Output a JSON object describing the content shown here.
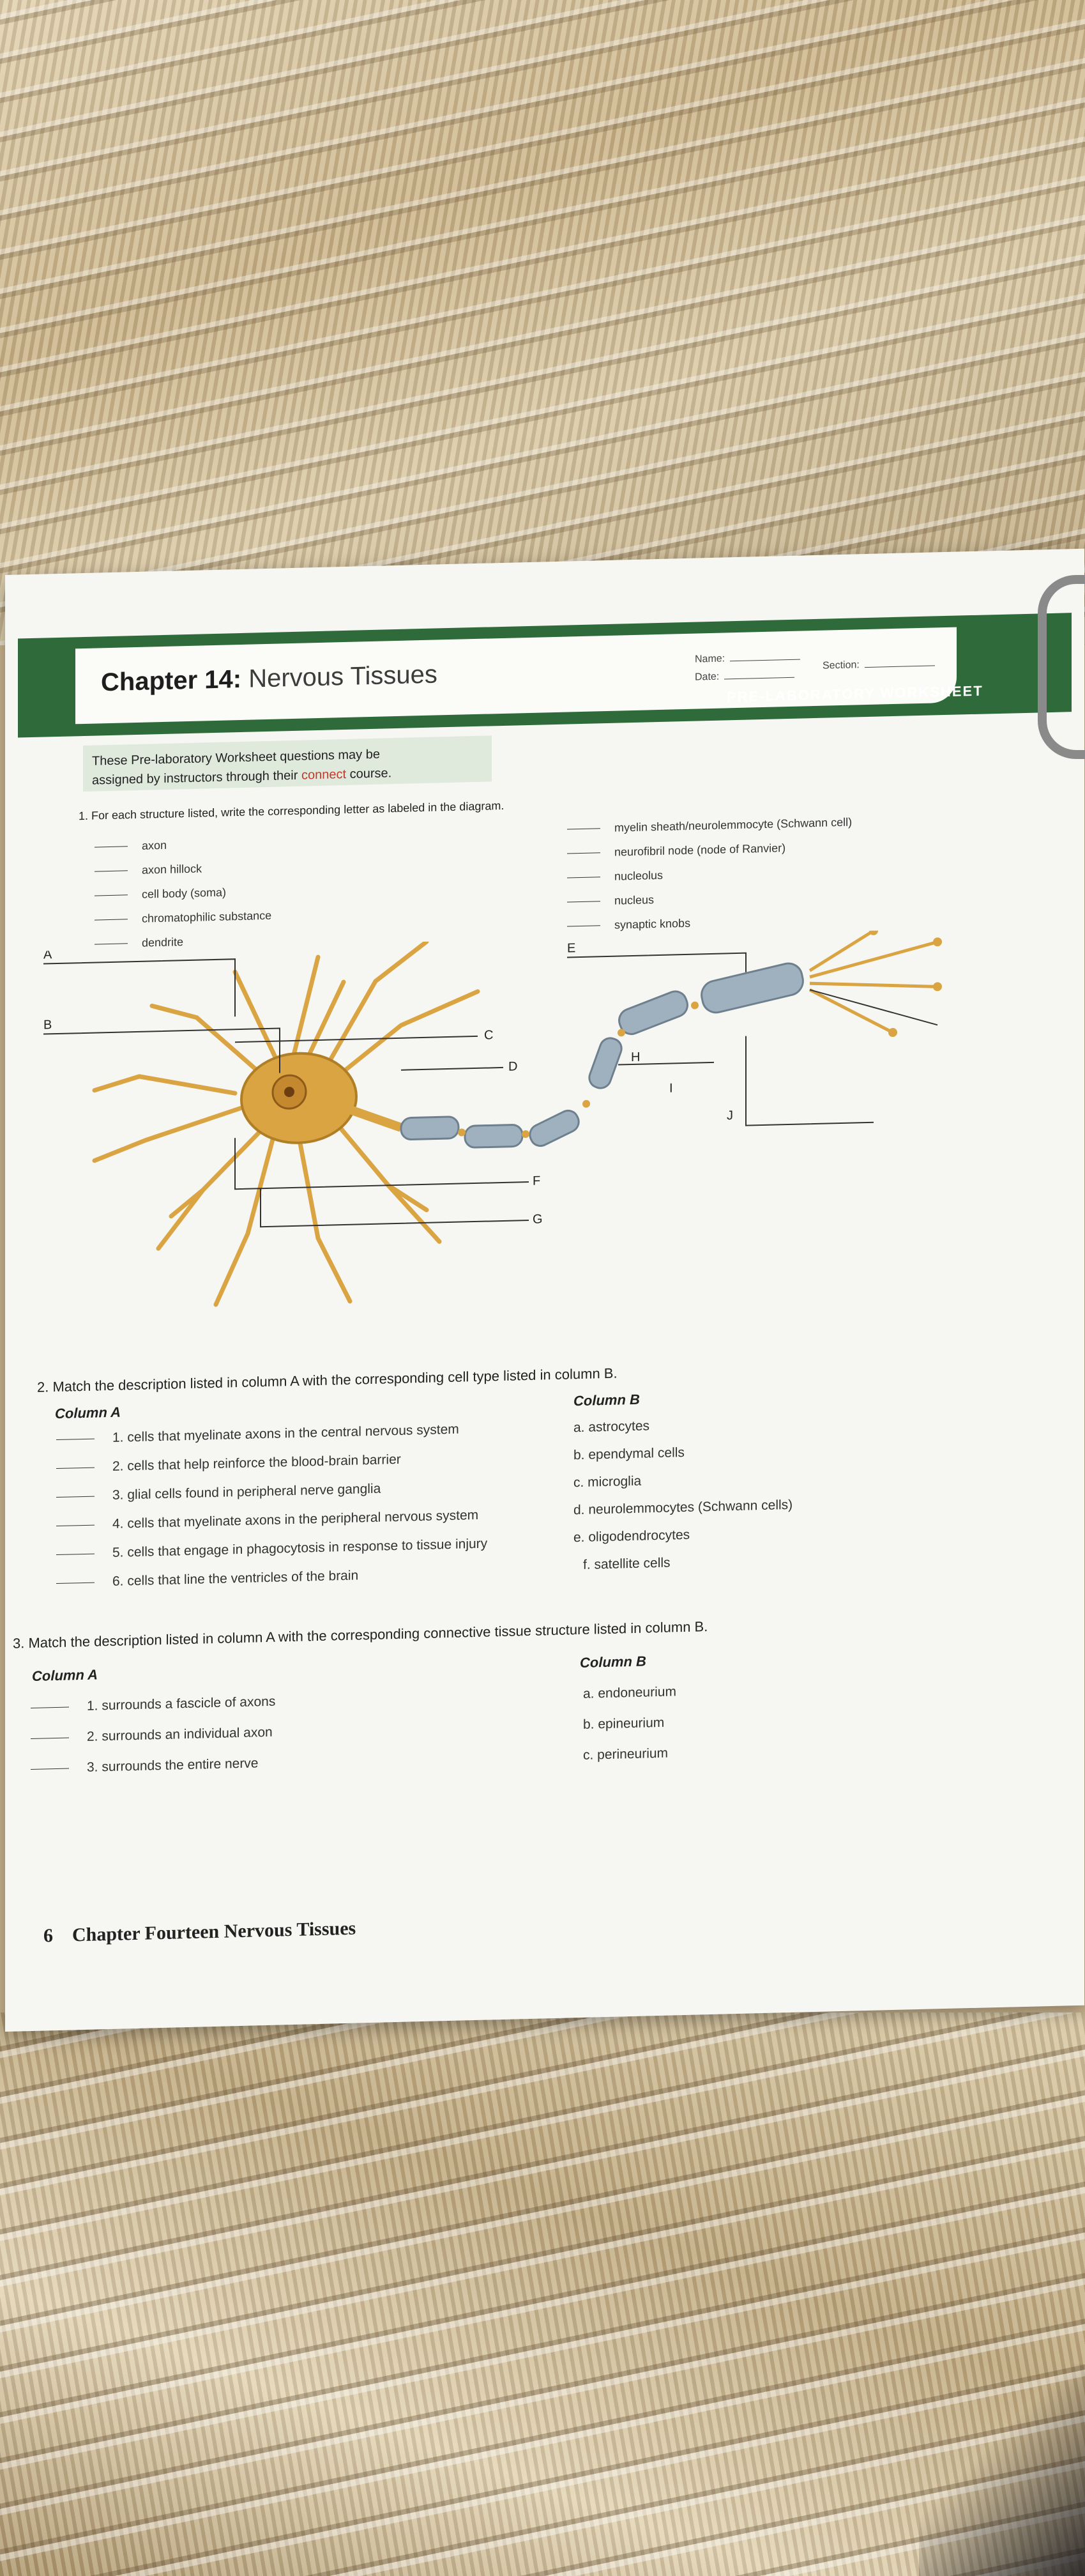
{
  "header": {
    "chapter_label": "Chapter 14:",
    "chapter_title": "Nervous Tissues",
    "name_label": "Name:",
    "date_label": "Date:",
    "section_label": "Section:",
    "worksheet_label": "PRE-LABORATORY WORKSHEET"
  },
  "assignment": {
    "line1": "These Pre-laboratory Worksheet questions may be",
    "line2_pre": "assigned by instructors through their",
    "connect": "connect",
    "line2_post": "course."
  },
  "q1": {
    "prompt": "1. For each structure listed, write the corresponding letter as labeled in the diagram.",
    "left_items": [
      "axon",
      "axon hillock",
      "cell body (soma)",
      "chromatophilic substance",
      "dendrite"
    ],
    "right_items": [
      "myelin sheath/neurolemmocyte (Schwann cell)",
      "neurofibril node (node of Ranvier)",
      "nucleolus",
      "nucleus",
      "synaptic knobs"
    ],
    "diagram_labels": [
      "A",
      "B",
      "C",
      "D",
      "E",
      "F",
      "G",
      "H",
      "I",
      "J"
    ]
  },
  "q2": {
    "prompt": "2. Match the description listed in column A with the corresponding cell type listed in column B.",
    "column_a_label": "Column A",
    "column_b_label": "Column B",
    "column_a": [
      "1. cells that myelinate axons in the central nervous system",
      "2. cells that help reinforce the blood-brain barrier",
      "3. glial cells found in peripheral nerve ganglia",
      "4. cells that myelinate axons in the peripheral nervous system",
      "5. cells that engage in phagocytosis in response to tissue injury",
      "6. cells that line the ventricles of the brain"
    ],
    "column_b": [
      "a. astrocytes",
      "b. ependymal cells",
      "c. microglia",
      "d. neurolemmocytes (Schwann cells)",
      "e. oligodendrocytes",
      "f. satellite cells"
    ]
  },
  "q3": {
    "prompt": "3. Match the description listed in column A with the corresponding connective tissue structure listed in column B.",
    "column_a_label": "Column A",
    "column_b_label": "Column B",
    "column_a": [
      "1. surrounds a fascicle of axons",
      "2. surrounds an individual axon",
      "3. surrounds the entire nerve"
    ],
    "column_b": [
      "a. endoneurium",
      "b. epineurium",
      "c. perineurium"
    ]
  },
  "footer": {
    "page_number": "6",
    "text": "Chapter Fourteen Nervous Tissues"
  },
  "colors": {
    "header_green": "#2f6b3a",
    "connect_red": "#c0392b",
    "neuron_body": "#d9a441",
    "myelin": "#9fb1bf"
  }
}
